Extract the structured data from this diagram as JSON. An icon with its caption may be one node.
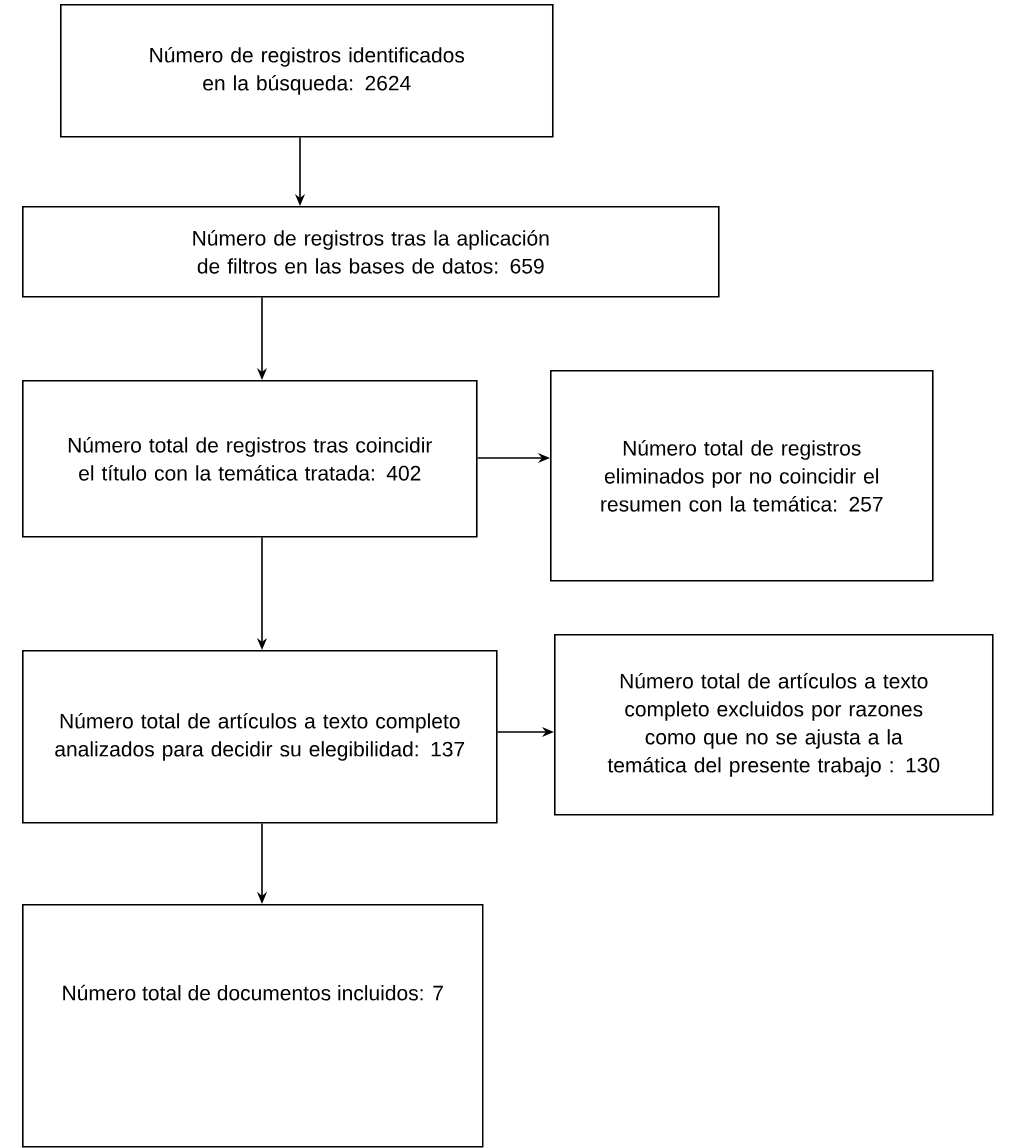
{
  "diagram": {
    "nodes": [
      {
        "text": [
          "Número de registros identificados en la búsqueda: 2624"
        ]
      },
      {
        "text": [
          "Número de registros tras la aplicación de filtros en las bases de datos: 659"
        ]
      },
      {
        "text": [
          "Número total de registros tras coincidir el título con la temática tratada: 402"
        ]
      },
      {
        "text": [
          "Número total de registros eliminados por no coincidir el resumen con la temática: 257"
        ]
      },
      {
        "text": [
          "Número total de artículos a texto completo analizados para decidir su elegibilidad: 137"
        ]
      },
      {
        "text": [
          "Número total de artículos a texto completo excluidos por razones como que no se ajusta a la temática del presente trabajo : 130"
        ]
      },
      {
        "text": [
          "Número total de documentos incluidos: 7"
        ]
      }
    ],
    "edges": [
      {
        "from": 0,
        "to": 1,
        "arrow": "to"
      },
      {
        "from": 1,
        "to": 2,
        "arrow": "to"
      },
      {
        "from": 2,
        "to": 3,
        "arrow": "to"
      },
      {
        "from": 2,
        "to": 4,
        "arrow": "to"
      },
      {
        "from": 4,
        "to": 5,
        "arrow": "to"
      },
      {
        "from": 4,
        "to": 6,
        "arrow": "to"
      }
    ]
  }
}
